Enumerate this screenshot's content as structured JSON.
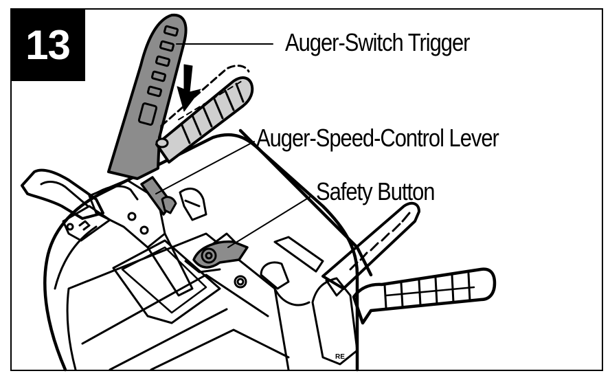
{
  "figure": {
    "step_number": "13",
    "callouts": [
      {
        "id": "auger-switch-trigger",
        "label": "Auger-Switch Trigger"
      },
      {
        "id": "auger-speed-control-lever",
        "label": "Auger-Speed-Control Lever"
      },
      {
        "id": "safety-button",
        "label": "Safety Button"
      }
    ],
    "colors": {
      "line": "#000000",
      "shade_dark": "#8c8c8c",
      "shade_light": "#cfcfcf",
      "background": "#ffffff",
      "step_box": "#000000",
      "step_text": "#ffffff"
    }
  }
}
